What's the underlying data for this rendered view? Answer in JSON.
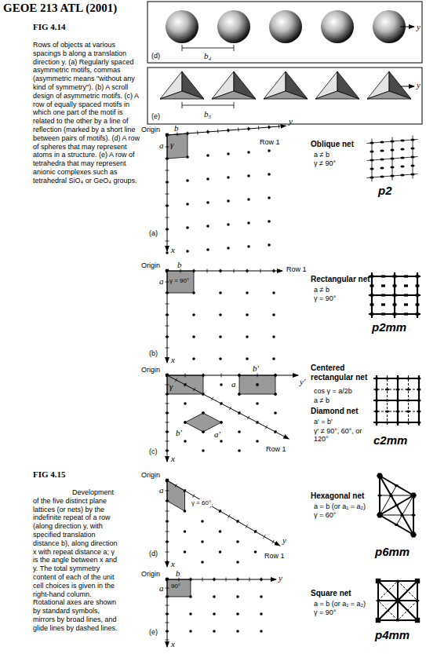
{
  "diagram": {
    "title": "GEOE 213 ATL (2001)",
    "labels": [
      "FIG 4.14",
      "Rows of objects at various spacings b along a translation direction y. (a) Regularly spaced asymmetric motifs, commas (asymmetric means \"without any kind of symmetry\"). (b) A scroll design of asymmetric motifs. (c) A row of equally spaced motifs in which one part of the motif is related to the other by a line of reflection (marked by a short line between pairs of motifs). (d) A row of spheres that may represent atoms in a structure. (e) A row of tetrahedra that may represent anionic complexes such as tetrahedral SiO₄ or GeO₄ groups.",
      "(d)",
      "b₄",
      "y",
      "(e)",
      "b₅",
      "y",
      "FIG 4.15",
      "Development of the five distinct plane lattices (or nets) by the indefinite repeat of a row (along direction y, with specified translation distance b), along direction x with repeat distance a; γ is the angle between x and y. The total symmetry content of each of the unit cell choices is given in the right-hand column. Rotational axes are shown by standard symbols, mirrors by broad lines, and glide lines by dashed lines.",
      "Origin",
      "b",
      "a",
      "γ",
      "x",
      "y",
      "Row 1",
      "(a)",
      "Oblique net",
      "a ≠ b",
      "γ ≠ 90°",
      "p2",
      "Origin",
      "b",
      "a",
      "γ = 90°",
      "x",
      "Row 1",
      "(b)",
      "Rectangular net",
      "a ≠ b",
      "γ = 90°",
      "p2mm",
      "Origin",
      "y′",
      "b′",
      "a",
      "γ",
      "b′",
      "a′",
      "x",
      "Row 1",
      "(c)",
      "Centered rectangular net",
      "cos γ = a/2b",
      "a ≠ b",
      "Diamond net",
      "a′ = b′",
      "γ′ ≠ 90°, 60°, or 120°",
      "c2mm",
      "Origin",
      "a",
      "γ = 60°",
      "x",
      "y",
      "Row 1",
      "(d)",
      "Hexagonal net",
      "a = b (or a₁ = a₂)",
      "γ = 60°",
      "p6mm",
      "Origin",
      "b",
      "a",
      "90°",
      "x",
      "y",
      "(e)",
      "Square net",
      "a = b (or a₁ = a₂)",
      "γ = 90°",
      "p4mm"
    ]
  }
}
